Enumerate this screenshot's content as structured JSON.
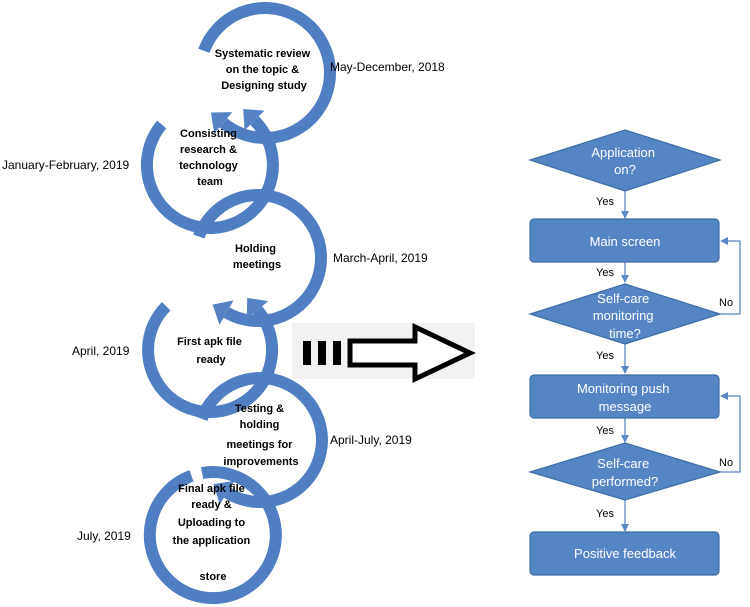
{
  "colors": {
    "arrow_blue": "#4f7ec3",
    "arrow_head_blue": "#5482c5",
    "node_fill": "#5485c4",
    "node_stroke": "#3e6ea8",
    "connector": "#5b88c5"
  },
  "timeline": {
    "steps": [
      {
        "lines": [
          "Systematic review",
          "on the topic &",
          "Designing study"
        ],
        "date": "May-December, 2018"
      },
      {
        "lines": [
          "Consisting",
          "research &",
          "technology",
          "team"
        ],
        "date": "January-February, 2019"
      },
      {
        "lines": [
          "Holding",
          "meetings"
        ],
        "date": "March-April, 2019"
      },
      {
        "lines": [
          "First apk file",
          "ready"
        ],
        "date": "April, 2019"
      },
      {
        "lines": [
          "Testing &",
          "holding",
          "meetings for",
          "improvements"
        ],
        "date": "April-July, 2019"
      },
      {
        "lines": [
          "Final apk file",
          "ready &",
          "Uploading to",
          "the application",
          "store"
        ],
        "date": "July, 2019"
      }
    ]
  },
  "flowchart": {
    "nodes": {
      "app_on": [
        "Application",
        "on?"
      ],
      "main_screen": [
        "Main screen"
      ],
      "monitoring_time": [
        "Self-care",
        "monitoring",
        "time?"
      ],
      "push_message": [
        "Monitoring push",
        "message"
      ],
      "performed": [
        "Self-care",
        "performed?"
      ],
      "positive_feedback": [
        "Positive feedback"
      ]
    },
    "edge_labels": {
      "yes_1": "Yes",
      "yes_2": "Yes",
      "yes_3": "Yes",
      "yes_4": "Yes",
      "yes_5": "Yes",
      "no_1": "No",
      "no_2": "No"
    }
  }
}
